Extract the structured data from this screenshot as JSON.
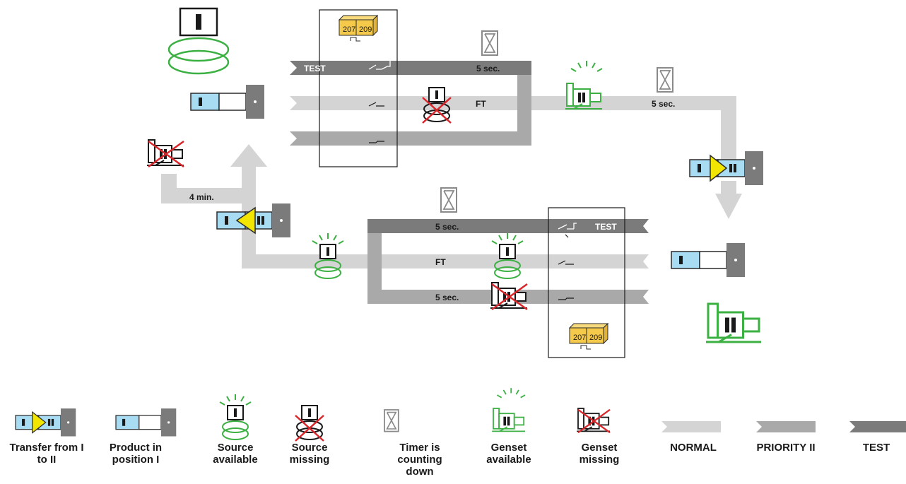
{
  "colors": {
    "normal": "#d4d4d4",
    "priority": "#a9a9a9",
    "test": "#7b7b7b",
    "source_green": "#3cb043",
    "missing_red": "#d9262b",
    "product_blue": "#a8dcf2",
    "arrow_yellow": "#f2e600",
    "badge_yellow": "#f5c94a"
  },
  "diagram": {
    "top_flow": {
      "test_label": "TEST",
      "timer_label": "5 sec.",
      "ft_label": "FT",
      "genset_timer_label": "5 sec.",
      "badge": [
        "207",
        "209"
      ]
    },
    "bottom_flow": {
      "timer_top": "5 sec.",
      "test_label": "TEST",
      "ft_label": "FT",
      "timer_bottom": "5 sec.",
      "return_label": "4 min.",
      "badge": [
        "207",
        "209"
      ]
    }
  },
  "legend": [
    {
      "icon": "transfer-icon",
      "label": "Transfer from I to II"
    },
    {
      "icon": "product-icon",
      "label": "Product in position I"
    },
    {
      "icon": "source-available-icon",
      "label": "Source available"
    },
    {
      "icon": "source-missing-icon",
      "label": "Source missing"
    },
    {
      "icon": "timer-icon",
      "label": "Timer is counting down"
    },
    {
      "icon": "genset-available-icon",
      "label": "Genset available"
    },
    {
      "icon": "genset-missing-icon",
      "label": "Genset missing"
    },
    {
      "icon": "normal-band-icon",
      "label": "NORMAL"
    },
    {
      "icon": "priority-band-icon",
      "label": "PRIORITY II"
    },
    {
      "icon": "test-band-icon",
      "label": "TEST"
    }
  ]
}
